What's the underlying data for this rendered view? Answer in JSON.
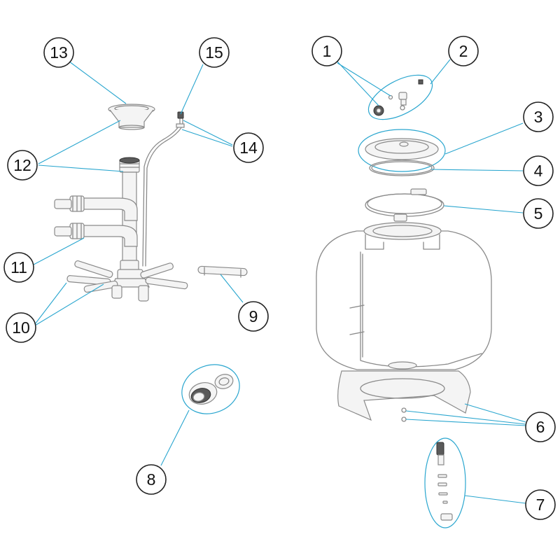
{
  "accent_color": "#2aa6cf",
  "callouts": [
    {
      "id": "1",
      "label": "1"
    },
    {
      "id": "2",
      "label": "2"
    },
    {
      "id": "3",
      "label": "3"
    },
    {
      "id": "4",
      "label": "4"
    },
    {
      "id": "5",
      "label": "5"
    },
    {
      "id": "6",
      "label": "6"
    },
    {
      "id": "7",
      "label": "7"
    },
    {
      "id": "8",
      "label": "8"
    },
    {
      "id": "9",
      "label": "9"
    },
    {
      "id": "10",
      "label": "10"
    },
    {
      "id": "11",
      "label": "11"
    },
    {
      "id": "12",
      "label": "12"
    },
    {
      "id": "13",
      "label": "13"
    },
    {
      "id": "14",
      "label": "14"
    },
    {
      "id": "15",
      "label": "15"
    }
  ]
}
